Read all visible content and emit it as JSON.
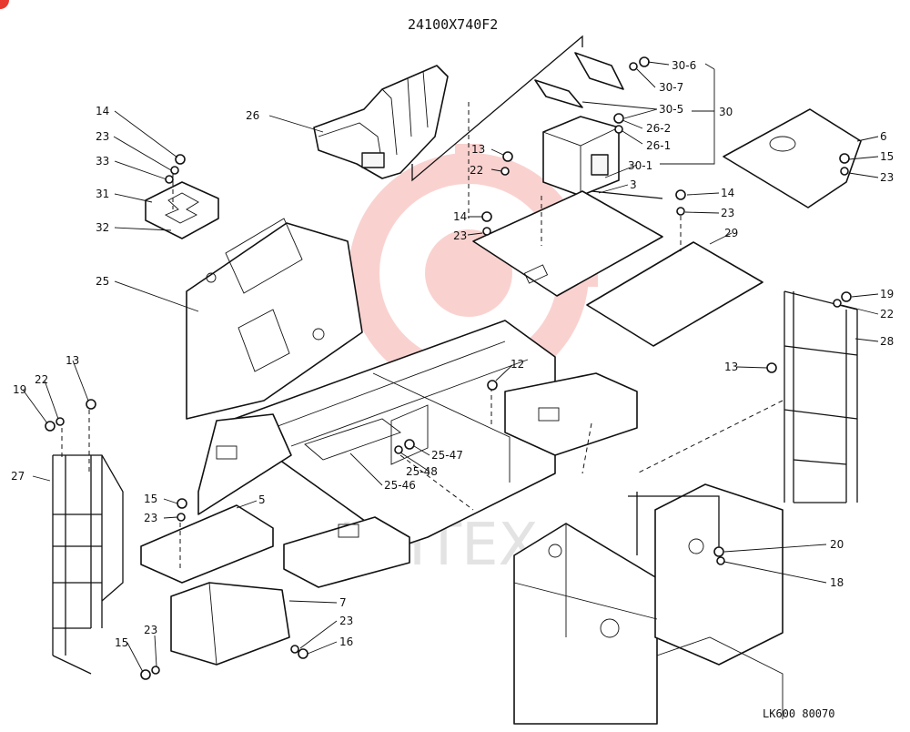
{
  "title": "24100X740F2",
  "drawing_code": "LK600 80070",
  "watermark_text": "ИНТЕХ",
  "accent_color": "#e8392e",
  "labels": {
    "l_30_6": "30-6",
    "l_30_7": "30-7",
    "l_30_5": "30-5",
    "l_30": "30",
    "l_26_2": "26-2",
    "l_26_1": "26-1",
    "l_30_1": "30-1",
    "l_3": "3",
    "l_26": "26",
    "l_14a": "14",
    "l_23a": "23",
    "l_33": "33",
    "l_31": "31",
    "l_32": "32",
    "l_25": "25",
    "l_13a": "13",
    "l_22a": "22",
    "l_14b": "14",
    "l_23b": "23",
    "l_14c": "14",
    "l_23c": "23",
    "l_29": "29",
    "l_6": "6",
    "l_15a": "15",
    "l_23d": "23",
    "l_19a": "19",
    "l_22b": "22",
    "l_28": "28",
    "l_13b": "13",
    "l_12": "12",
    "l_13c": "13",
    "l_22c": "22",
    "l_19b": "19",
    "l_27": "27",
    "l_25_47": "25-47",
    "l_25_48": "25-48",
    "l_25_46": "25-46",
    "l_15b": "15",
    "l_23e": "23",
    "l_5": "5",
    "l_7": "7",
    "l_23f": "23",
    "l_16": "16",
    "l_23g": "23",
    "l_15c": "15",
    "l_20": "20",
    "l_18": "18"
  }
}
